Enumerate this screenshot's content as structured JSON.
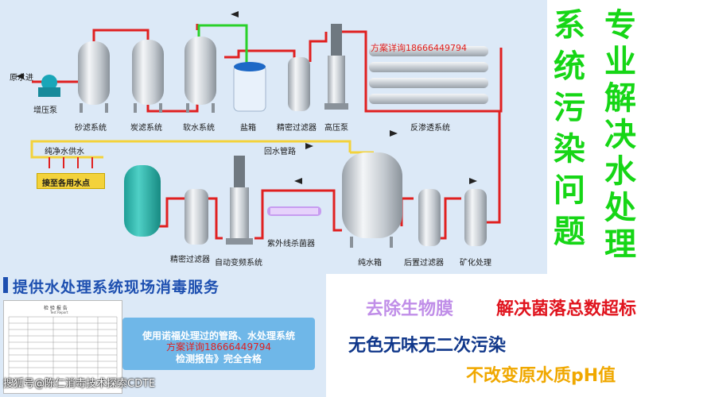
{
  "diagram": {
    "raw_water_in": "原水进",
    "booster_pump": "增压泵",
    "sand_filter": "砂滤系统",
    "carbon_filter": "炭滤系统",
    "softener": "软水系统",
    "salt_tank": "盐箱",
    "precision_filter_top": "精密过滤器",
    "high_pressure_pump": "高压泵",
    "ro_system": "反渗透系统",
    "pure_water_supply": "纯净水供水",
    "return_pipe": "回水管路",
    "to_use_points": "接至各用水点",
    "precision_filter_bottom": "精密过滤器",
    "auto_vfd": "自动变频系统",
    "uv_sterilizer": "紫外线杀菌器",
    "pure_water_tank": "纯水箱",
    "post_filter": "后置过滤器",
    "mineralization": "矿化处理",
    "contact_note_top": "方案详询18666449794"
  },
  "headline": {
    "left_column": [
      "系",
      "统",
      "污",
      "染",
      "问",
      "题"
    ],
    "right_column": [
      "专",
      "业",
      "解",
      "决",
      "水",
      "处",
      "理"
    ]
  },
  "banner": {
    "title": "提供水处理系统现场消毒服务"
  },
  "report": {
    "title": "检 验 报 告",
    "subtitle": "Test Report"
  },
  "card": {
    "line1": "使用诺福处理过的管路、水处理系统",
    "contact": "方案详询18666449794",
    "line2": "检测报告》完全合格"
  },
  "slogans": {
    "s1": "去除生物膜",
    "s2": "解决菌落总数超标",
    "s3": "无色无味无二次污染",
    "s4": "不改变原水质pH值"
  },
  "watermark": "搜狐号@陈仁消毒技术探索CDTE",
  "colors": {
    "pipe_red": "#e02020",
    "pipe_yellow": "#f3d23b",
    "pipe_green": "#2ad12a",
    "headline_green": "#16d616",
    "banner_blue": "#1d4fb0",
    "slogan_purple": "#c08ee8",
    "slogan_red": "#e0141e",
    "slogan_navy": "#10378a",
    "slogan_orange": "#f0a800"
  }
}
